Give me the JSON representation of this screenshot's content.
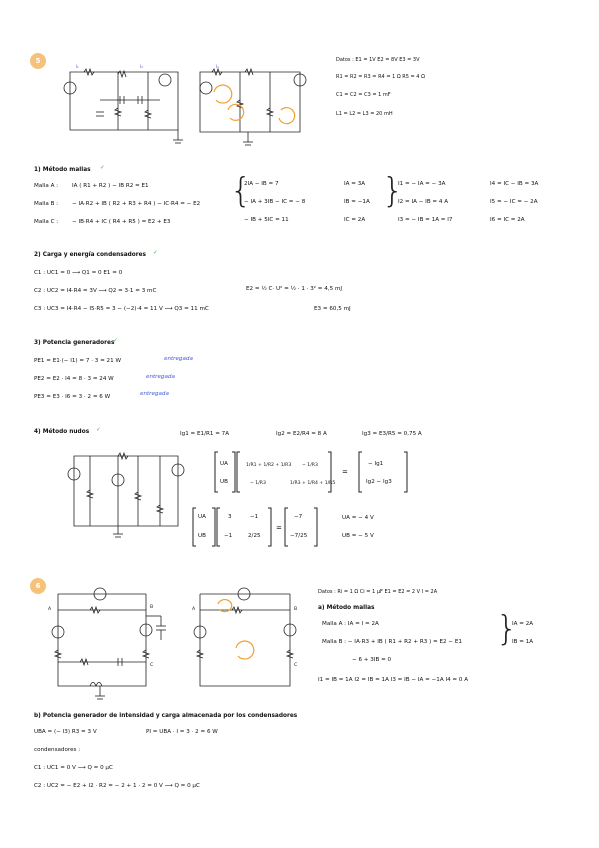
{
  "ex5": {
    "badge": "5",
    "datos": {
      "e_line": "Datos :  E1 = 1V      E2 = 8V     E3 = 3V",
      "r_line": "R1 = R2 = R3 = R4 = 1 Ω       R5 = 4 Ω",
      "c_line": "C1 = C2 = C3 = 1 mF",
      "l_line": "L1 = L2 = L3 = 20 mH"
    },
    "s1": {
      "title": "1) Método mallas",
      "check": "✓",
      "eqs": [
        {
          "name": "Malla A :",
          "eq": "IA ( R1 + R2 )  −  IB R2  =  E1"
        },
        {
          "name": "Malla B :",
          "eq": "− IA·R2  +  IB ( R2 + R3 + R4 ) − IC·R4 = − E2"
        },
        {
          "name": "Malla C :",
          "eq": "−  IB·R4  +  IC ( R4 + R5 )  =  E2 + E3"
        }
      ],
      "sys": [
        "2IA − IB  =  7",
        "− IA + 3IB − IC = − 8",
        "− IB + 5IC  =  11"
      ],
      "sol": [
        "IA = 3A",
        "IB = −1A",
        "IC = 2A"
      ],
      "currents_a": [
        "I1 = − IA = − 3A",
        "I2 = IA − IB = 4 A",
        "I3 = − IB = 1A = I7"
      ],
      "currents_b": [
        "I4 = IC − IB = 3A",
        "I5 = − IC = − 2A",
        "I6 = IC = 2A"
      ]
    },
    "s2": {
      "title": "2)  Carga  y  energía condensadores",
      "check": "✓",
      "c1": "C1 :   UC1 = 0   ⟶   Q1 = 0        E1 = 0",
      "c2": "C2 :   UC2 = I4·R4 = 3V   ⟶   Q2 = 3·1 = 3 mC",
      "c2e": "E2 =  ½ C· U²  =  ½ · 1 · 3²  =  4,5 mJ",
      "c3": "C3 :   UC3 = I4·R4 − I5·R5  =  3 − (−2)·4 = 11 V   ⟶   Q3 = 11 mC",
      "c3e": "E3 = 60,5 mJ"
    },
    "s3": {
      "title": "3)  Potencia  generadores",
      "check": "✓",
      "lines": [
        "PE1 = E1·(− I1) =  7 · 3  =  21 W",
        "PE2 = E2 · I4  =  8 · 3 = 24 W",
        "PE3 = E3 · I6  =  3 · 2  =  6 W"
      ],
      "tags": [
        "entregada",
        "entregada",
        "entregada"
      ]
    },
    "s4": {
      "title": "4)  Método nudos",
      "check": "✓",
      "ig": [
        "Ig1 = E1/R1 = 7A",
        "Ig2 = E2/R4 = 8 A",
        "Ig3 = E3/R5 = 0,75 A"
      ],
      "matrix1": {
        "left": "UA",
        "right": "UB",
        "rhs_a": "− Ig1",
        "rhs_b": "Ig2 − Ig3"
      },
      "matrix2": {
        "m": [
          "3",
          "−1",
          "−1",
          "2/25"
        ],
        "rhs": [
          "−7",
          "−7/25"
        ],
        "sol": [
          "UA = − 4 V",
          "UB = − 5 V"
        ]
      }
    }
  },
  "ex6": {
    "badge": "6",
    "datos": "Datos :  Ri = 1 Ω       Ci = 1 μF      E1 = E2 = 2 V        I = 2A",
    "a_title": "a)  Método mallas",
    "mallaA": "Malla A :    IA = I = 2A",
    "mallaB": "Malla B :   − IA·R3 + IB ( R1 + R2 + R3 )  =  E2 − E1",
    "mallaB2": "− 6 + 3IB = 0",
    "sol": [
      "IA = 2A",
      "IB = 1A"
    ],
    "currents": "I1 = IB = 1A      I2 = IB = 1A      I3 = IB − IA = −1A     I4 = 0 A",
    "b_title": "b)  Potencia generador  de  intensidad  y  carga  almacenada  por  los  condensadores",
    "uba": "UBA = (− I3) R3  =  3 V",
    "pi": "PI = UBA · I  =  3 · 2 = 6 W",
    "cond": "condensadores :",
    "c1": "C1 :   UC1 = 0 V   ⟶   Q = 0 μC",
    "c2": "C2 :   UC2 = − E2 + I2 · R2  =  − 2 + 1 · 2 = 0 V  ⟶  Q = 0 μC"
  }
}
